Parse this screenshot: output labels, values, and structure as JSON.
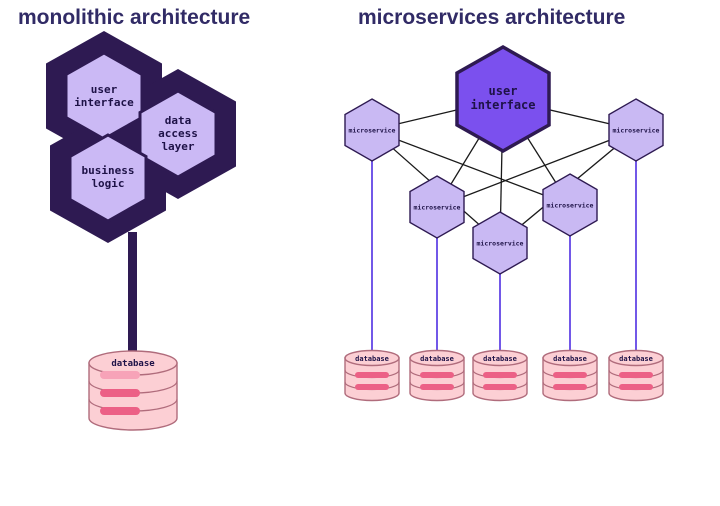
{
  "left": {
    "title": "monolithic architecture",
    "components": [
      {
        "name": "user-interface",
        "lines": [
          "user",
          "interface"
        ]
      },
      {
        "name": "data-access-layer",
        "lines": [
          "data",
          "access",
          "layer"
        ]
      },
      {
        "name": "business-logic",
        "lines": [
          "business",
          "logic"
        ]
      }
    ],
    "database": {
      "label": "database"
    }
  },
  "right": {
    "title": "microservices architecture",
    "user_interface": {
      "lines": [
        "user",
        "interface"
      ]
    },
    "microservices": [
      {
        "label": "microservice"
      },
      {
        "label": "microservice"
      },
      {
        "label": "microservice"
      },
      {
        "label": "microservice"
      },
      {
        "label": "microservice"
      }
    ],
    "databases": [
      {
        "label": "database"
      },
      {
        "label": "database"
      },
      {
        "label": "database"
      },
      {
        "label": "database"
      },
      {
        "label": "database"
      }
    ]
  },
  "colors": {
    "title_text": "#312b66",
    "monolith_shell": "#2e1a52",
    "component_hex_fill": "#cbb9f5",
    "hex_label_text": "#1e1247",
    "user_interface_hex_fill": "#7b50ee",
    "microservice_hex_fill": "#c9b9f3",
    "database_fill": "#fccfd4",
    "database_stroke": "#b06c7c",
    "database_bar_light": "#f7a3b8",
    "database_bar_dark": "#ec6086",
    "mesh_line": "#1a1a1a",
    "db_link_line": "#7258e8"
  }
}
